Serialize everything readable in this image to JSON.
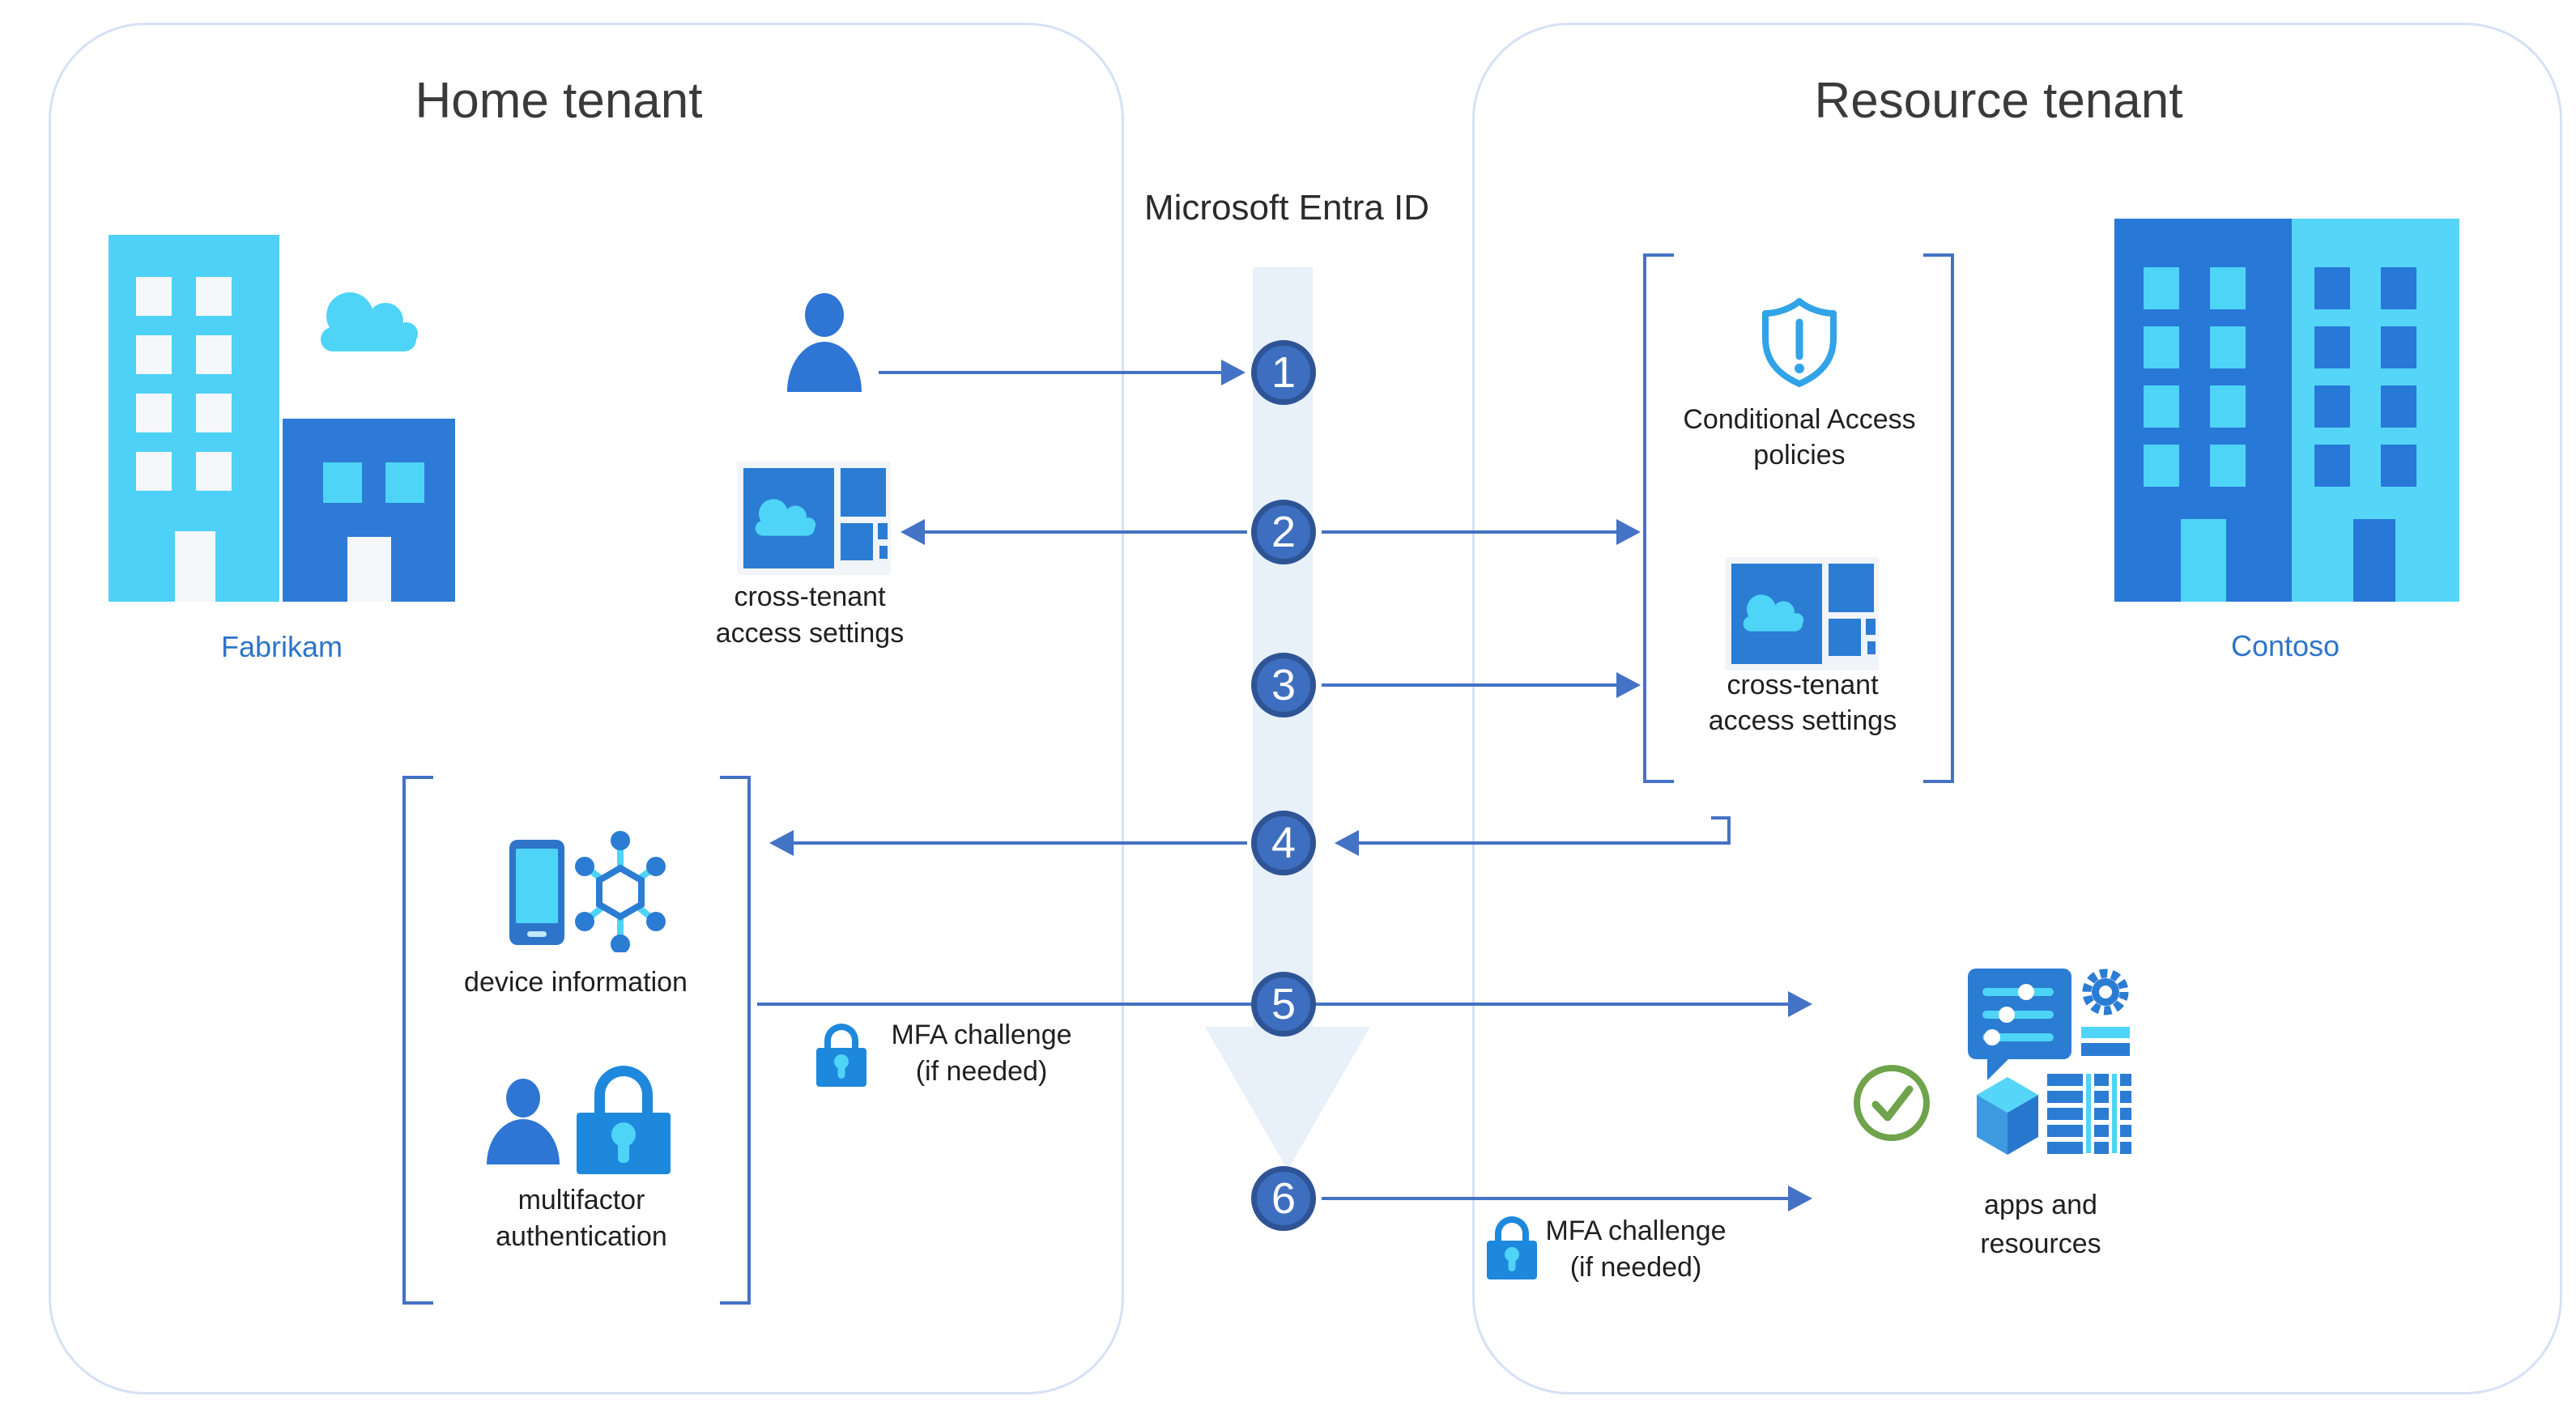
{
  "header": {
    "home_title": "Home tenant",
    "entra_label": "Microsoft Entra ID",
    "resource_title": "Resource tenant"
  },
  "steps": [
    "1",
    "2",
    "3",
    "4",
    "5",
    "6"
  ],
  "home": {
    "tenant_name": "Fabrikam",
    "cross_tenant": {
      "line1": "cross-tenant",
      "line2": "access settings"
    },
    "device_info_label": "device information",
    "multifactor": {
      "line1": "multifactor",
      "line2": "authentication"
    },
    "mfa_challenge": {
      "line1": "MFA challenge",
      "line2": "(if needed)"
    }
  },
  "resource": {
    "tenant_name": "Contoso",
    "conditional_access": {
      "line1": "Conditional Access",
      "line2": "policies"
    },
    "cross_tenant": {
      "line1": "cross-tenant",
      "line2": "access settings"
    },
    "mfa_challenge": {
      "line1": "MFA challenge",
      "line2": "(if needed)"
    },
    "apps": {
      "line1": "apps and",
      "line2": "resources"
    }
  },
  "colors": {
    "arrow_blue": "#4472C4",
    "circle_fill": "#3E6EBF",
    "circle_ring": "#2F5496",
    "entra_band": "#E8F0FA",
    "icon_blue": "#2B7CD3",
    "icon_cyan": "#4ED4F7",
    "person_blue": "#2E75D4",
    "building_dark_blue": "#2878D8",
    "building_cyan": "#4ED1F6",
    "lock_blue": "#1E88DD",
    "shield_blue": "#31A3E8",
    "check_green": "#6FA34C",
    "panel_border": "#D6E1F4",
    "label_text": "#1F1F1F",
    "tenant_name_text": "#2E74C9"
  }
}
